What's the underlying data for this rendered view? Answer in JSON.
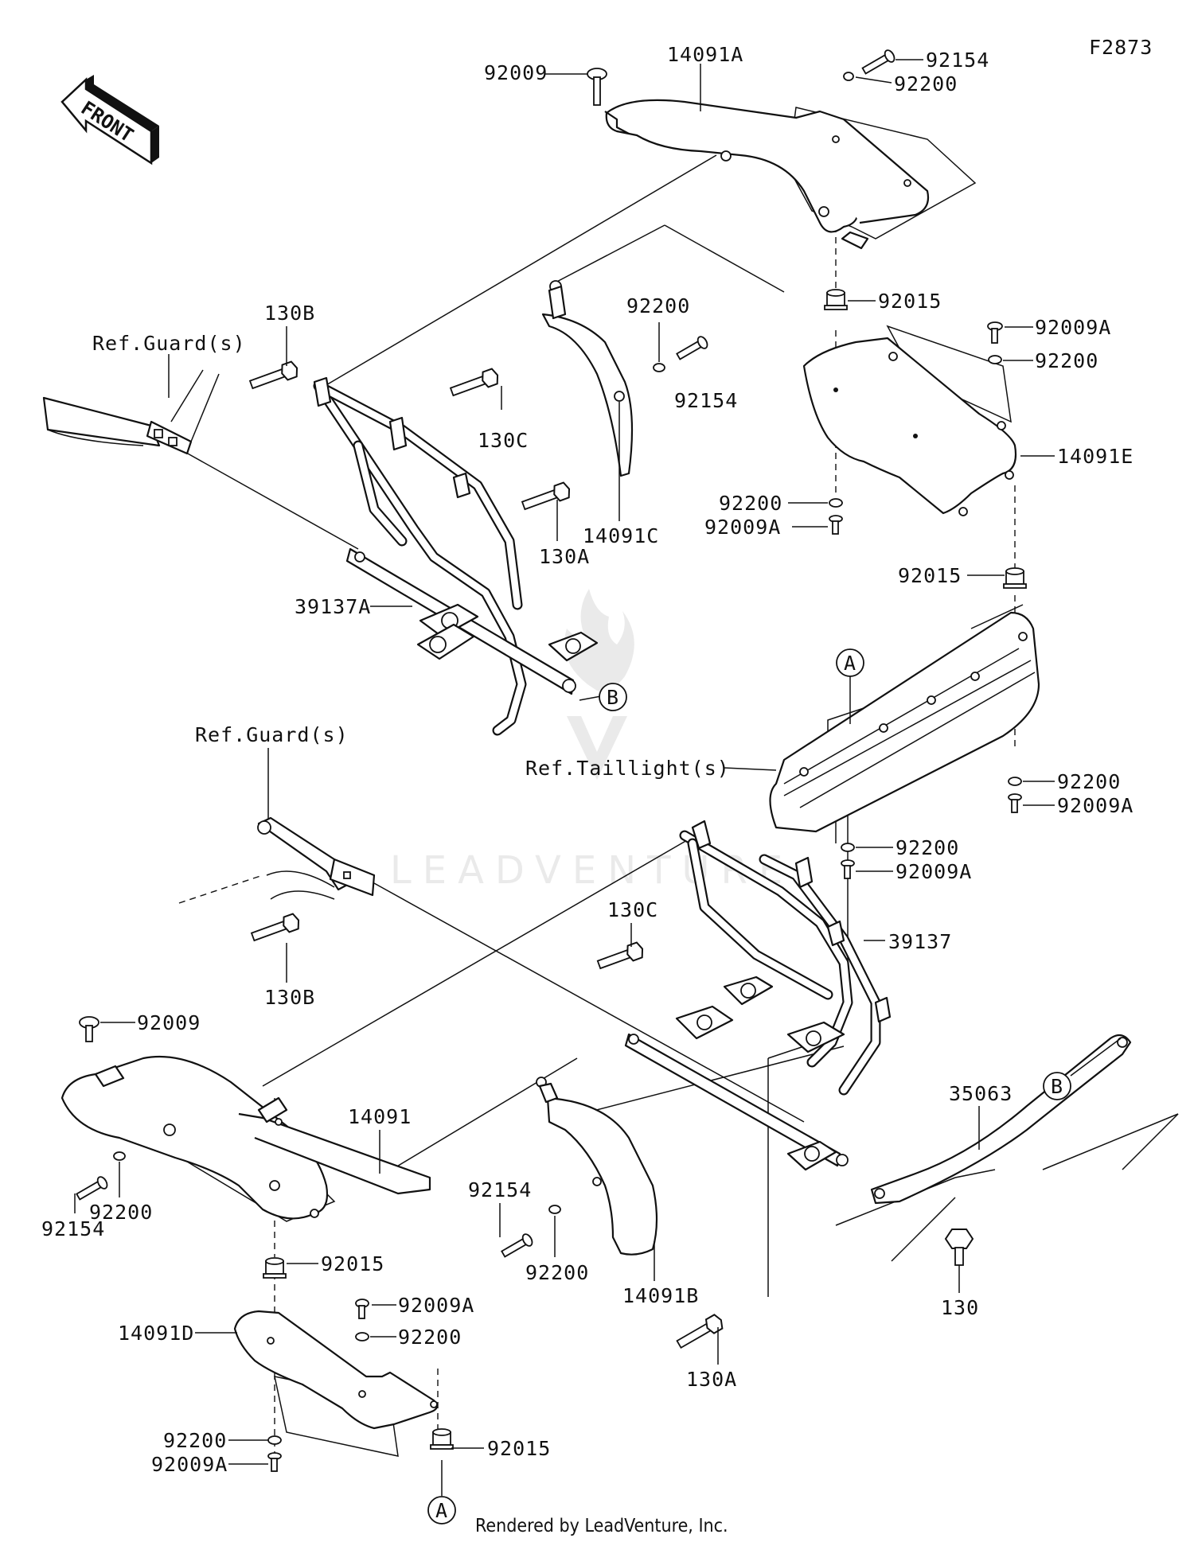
{
  "figure_code": "F2873",
  "front_arrow": "FRONT",
  "footer": "Rendered by LeadVenture, Inc.",
  "watermark": "LEADVENTURE",
  "callouts": {
    "a_upper": "A",
    "b_upper": "B",
    "b_right": "B",
    "a_bottom": "A"
  },
  "labels": {
    "p92009_top": "92009",
    "p14091A": "14091A",
    "p92154_top": "92154",
    "p92200_top": "92200",
    "p130B_top": "130B",
    "ref_guard_top": "Ref.Guard(s)",
    "p130C_top": "130C",
    "p92200_mid": "92200",
    "p92154_mid": "92154",
    "p14091C": "14091C",
    "p130A_top": "130A",
    "p39137A": "39137A",
    "p92015_r1": "92015",
    "p92009A_r1": "92009A",
    "p92200_r1": "92200",
    "p14091E": "14091E",
    "p92200_r2": "92200",
    "p92009A_r2": "92009A",
    "p92015_r2": "92015",
    "ref_taillight": "Ref.Taillight(s)",
    "p92200_r3": "92200",
    "p92009A_r3": "92009A",
    "p92200_r4": "92200",
    "p92009A_r4": "92009A",
    "ref_guard_mid": "Ref.Guard(s)",
    "p130C_bot": "130C",
    "p39137": "39137",
    "p130B_bot": "130B",
    "p92009_bot": "92009",
    "p14091": "14091",
    "p35063": "35063",
    "p92200_l": "92200",
    "p92154_l": "92154",
    "p92154_b": "92154",
    "p92200_b": "92200",
    "p14091B": "14091B",
    "p130": "130",
    "p92015_b1": "92015",
    "p92009A_b1": "92009A",
    "p92200_b1": "92200",
    "p14091D": "14091D",
    "p92200_b2": "92200",
    "p92009A_b2": "92009A",
    "p92015_b2": "92015",
    "p130A_bot": "130A"
  }
}
